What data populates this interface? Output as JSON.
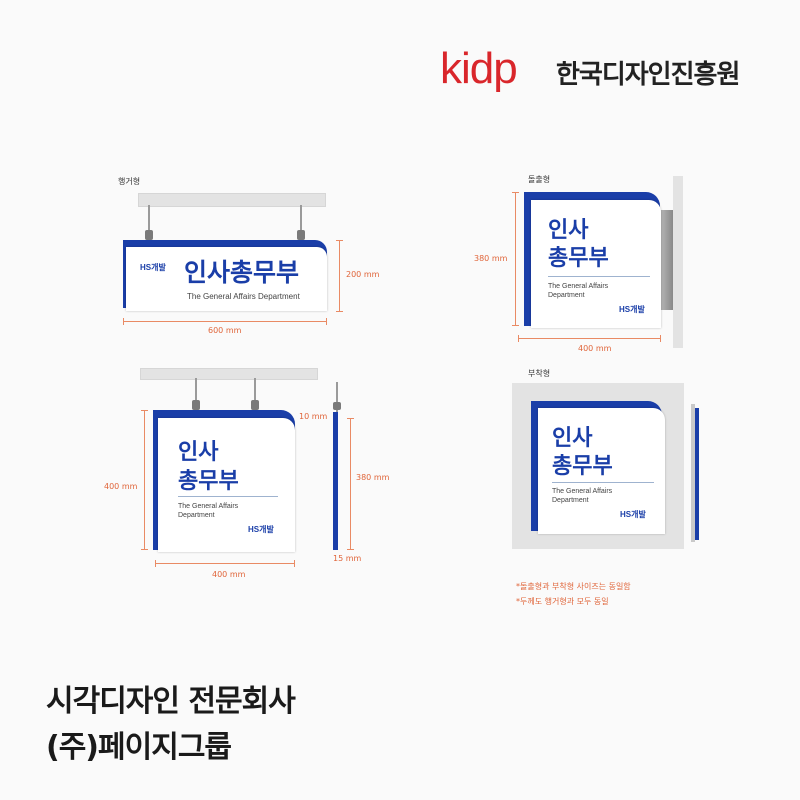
{
  "header": {
    "logo_text": "kidp",
    "org_name": "한국디자인진흥원"
  },
  "sign": {
    "name_full": "인사총무부",
    "name_line1": "인사",
    "name_line2": "총무부",
    "english": "The General Affairs Department",
    "english_line1": "The General Affairs",
    "english_line2": "Department",
    "logo": "HS개발"
  },
  "panels": {
    "hanging_horizontal": {
      "label": "행거형",
      "width": "600 mm",
      "height": "200 mm"
    },
    "hanging_square": {
      "height": "400 mm",
      "width": "400 mm",
      "gap": "10 mm",
      "side_height": "380 mm",
      "thickness": "15 mm"
    },
    "projecting": {
      "label": "돌출형",
      "height": "380 mm",
      "width": "400 mm"
    },
    "wall": {
      "label": "부착형"
    }
  },
  "notes": [
    "*돌출형과 부착형 사이즈는 동일함",
    "*두께도 행거형과 모두 동일"
  ],
  "footer": {
    "line1": "시각디자인 전문회사",
    "line2": "(주)페이지그룹"
  },
  "colors": {
    "brand_red": "#d9262b",
    "sign_blue": "#1a3ea8",
    "dimension_orange": "#e0653a"
  }
}
